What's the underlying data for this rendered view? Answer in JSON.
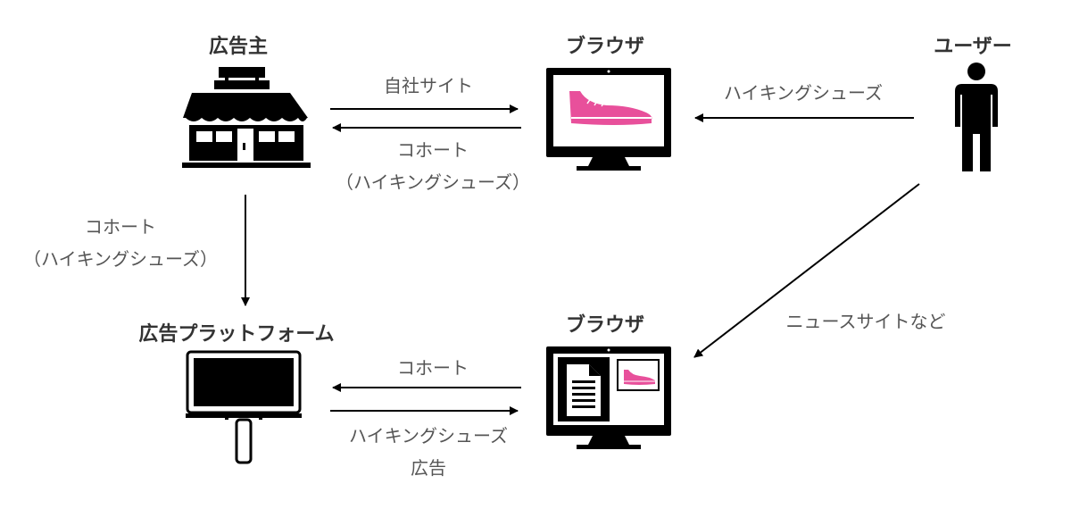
{
  "nodes": {
    "advertiser": {
      "title": "広告主"
    },
    "browser_top": {
      "title": "ブラウザ"
    },
    "user": {
      "title": "ユーザー"
    },
    "ad_platform": {
      "title": "広告プラットフォーム"
    },
    "browser_bottom": {
      "title": "ブラウザ"
    }
  },
  "edges": {
    "advertiser_to_browser": {
      "label": "自社サイト"
    },
    "browser_to_advertiser": {
      "label_line1": "コホート",
      "label_line2": "（ハイキングシューズ）"
    },
    "user_to_browser_top": {
      "label": "ハイキングシューズ"
    },
    "advertiser_to_platform": {
      "label_line1": "コホート",
      "label_line2": "（ハイキングシューズ）"
    },
    "user_to_browser_bottom": {
      "label": "ニュースサイトなど"
    },
    "browser_to_platform": {
      "label": "コホート"
    },
    "platform_to_browser": {
      "label_line1": "ハイキングシューズ",
      "label_line2": "広告"
    }
  },
  "colors": {
    "accent": "#e8509b",
    "ink": "#000000"
  },
  "icons": [
    "store-icon",
    "monitor-icon",
    "person-icon",
    "billboard-icon",
    "shoe-icon",
    "document-icon"
  ]
}
